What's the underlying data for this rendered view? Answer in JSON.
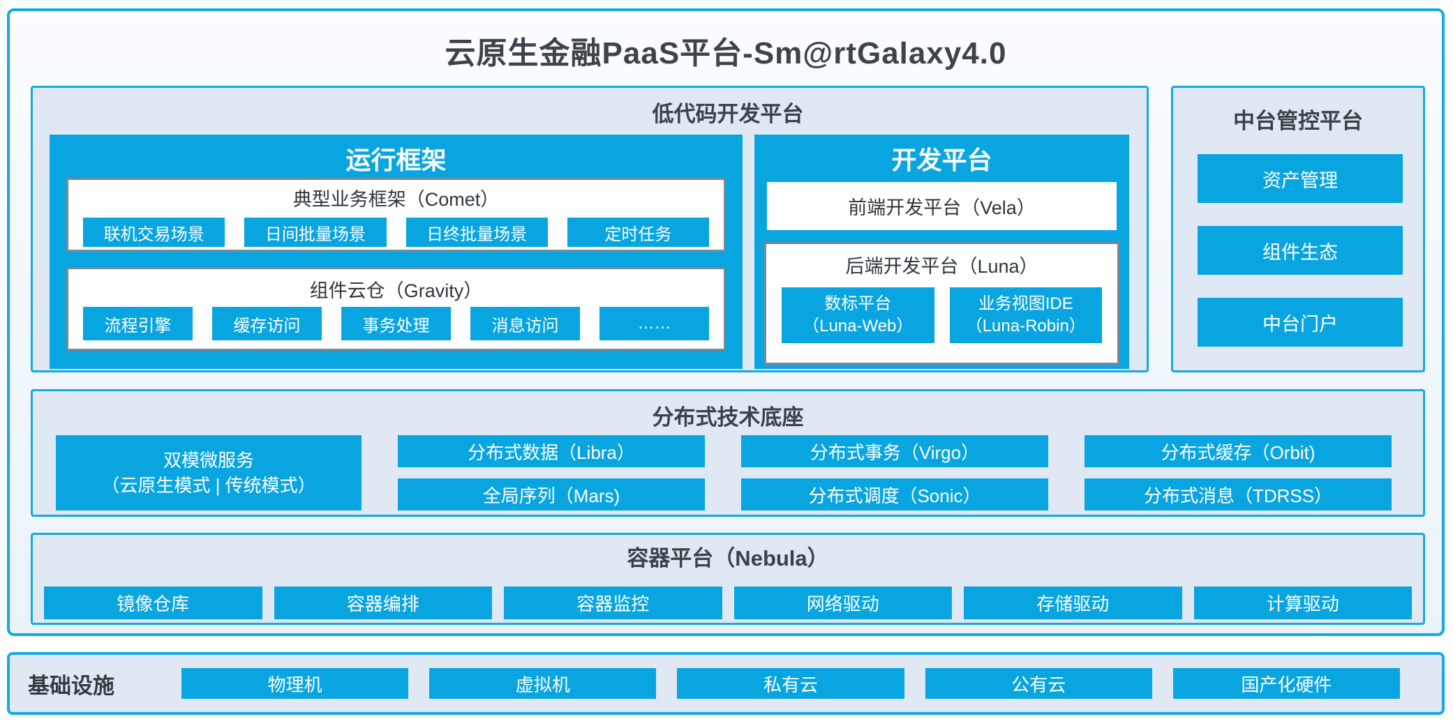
{
  "title": "云原生金融PaaS平台-Sm@rtGalaxy4.0",
  "colors": {
    "accent_blue": "#09a5e0",
    "border_blue": "#16a9e4",
    "panel_bg": "#dfe8f3",
    "gray_border": "#7b8794",
    "dark_text": "#3b4247",
    "white_text": "#ffffff"
  },
  "lowcode": {
    "title": "低代码开发平台",
    "runtime": {
      "title": "运行框架",
      "comet": {
        "title": "典型业务框架（Comet）",
        "items": [
          "联机交易场景",
          "日间批量场景",
          "日终批量场景",
          "定时任务"
        ]
      },
      "gravity": {
        "title": "组件云仓（Gravity）",
        "items": [
          "流程引擎",
          "缓存访问",
          "事务处理",
          "消息访问",
          "……"
        ]
      }
    },
    "dev": {
      "title": "开发平台",
      "vela": {
        "title": "前端开发平台（Vela）"
      },
      "luna": {
        "title": "后端开发平台（Luna）",
        "items": [
          {
            "line1": "数标平台",
            "line2": "（Luna-Web）"
          },
          {
            "line1": "业务视图IDE",
            "line2": "（Luna-Robin）"
          }
        ]
      }
    }
  },
  "midplatform": {
    "title": "中台管控平台",
    "items": [
      "资产管理",
      "组件生态",
      "中台门户"
    ]
  },
  "distributed": {
    "title": "分布式技术底座",
    "dual": {
      "line1": "双模微服务",
      "line2": "（云原生模式 | 传统模式）"
    },
    "columns": [
      {
        "top": "分布式数据（Libra）",
        "bottom": "全局序列（Mars)"
      },
      {
        "top": "分布式事务（Virgo）",
        "bottom": "分布式调度（Sonic）"
      },
      {
        "top": "分布式缓存（Orbit)",
        "bottom": "分布式消息（TDRSS）"
      }
    ]
  },
  "container_platform": {
    "title": "容器平台（Nebula）",
    "items": [
      "镜像仓库",
      "容器编排",
      "容器监控",
      "网络驱动",
      "存储驱动",
      "计算驱动"
    ]
  },
  "infrastructure": {
    "title": "基础设施",
    "items": [
      "物理机",
      "虚拟机",
      "私有云",
      "公有云",
      "国产化硬件"
    ]
  }
}
